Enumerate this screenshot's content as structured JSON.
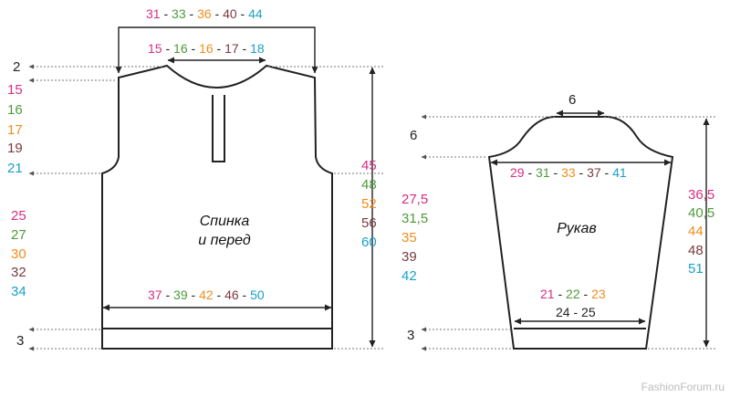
{
  "colors": {
    "outline": "#222222",
    "guide": "#777777",
    "c1": "#d62f82",
    "c2": "#4f9a3c",
    "c3": "#ee8e1e",
    "c4": "#7a3a40",
    "c5": "#1aa0c8"
  },
  "back": {
    "title": "Спинка\nи перед",
    "top_width": [
      "31",
      "33",
      "36",
      "40",
      "44"
    ],
    "neck_width": [
      "15",
      "16",
      "16",
      "17",
      "18"
    ],
    "bottom_width": [
      "37",
      "39",
      "42",
      "46",
      "50"
    ],
    "shoulder_drop": "2",
    "neck_depth": [
      "15",
      "16",
      "17",
      "19",
      "21"
    ],
    "side_height": [
      "25",
      "27",
      "30",
      "32",
      "34"
    ],
    "total_height": [
      "45",
      "48",
      "52",
      "56",
      "60"
    ],
    "armhole_height": [
      "27,5",
      "31,5",
      "35",
      "39",
      "42"
    ],
    "rib": "3"
  },
  "sleeve": {
    "title": "Рукав",
    "cap_top": "6",
    "cap_height": "6",
    "upper_width": [
      "29",
      "31",
      "33",
      "37",
      "41"
    ],
    "lower_width_a": [
      "21",
      "22",
      "23"
    ],
    "lower_width_b": [
      "24",
      "25"
    ],
    "length": [
      "36,5",
      "40,5",
      "44",
      "48",
      "51"
    ],
    "rib": "3"
  },
  "watermark": "FashionForum.ru"
}
